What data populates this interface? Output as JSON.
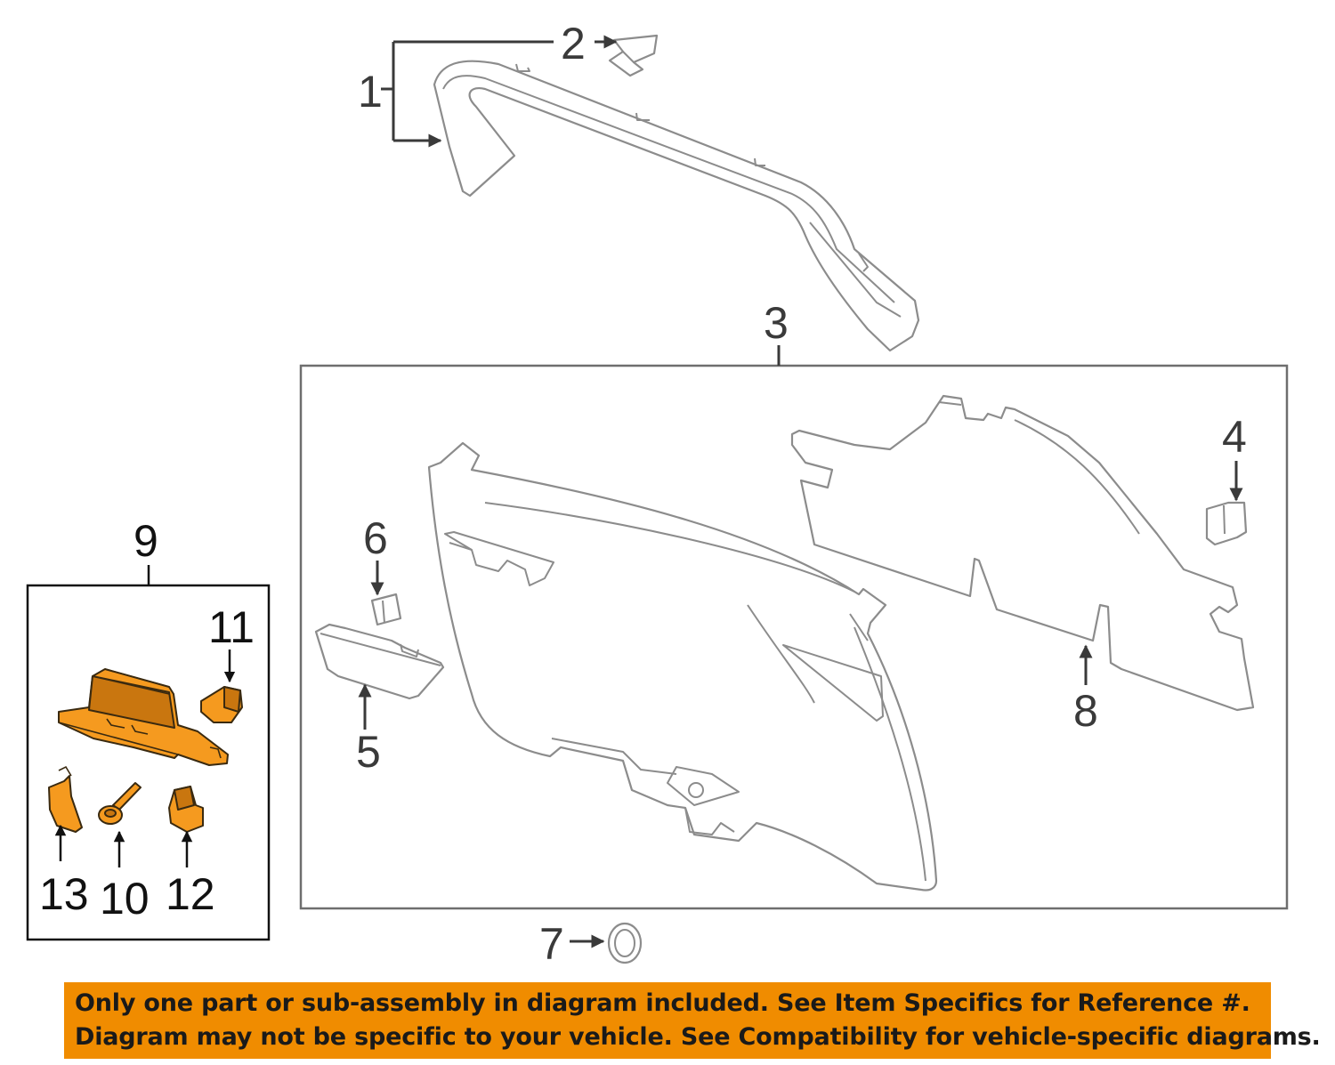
{
  "callouts": {
    "c1": "1",
    "c2": "2",
    "c3": "3",
    "c4": "4",
    "c5": "5",
    "c6": "6",
    "c7": "7",
    "c8": "8",
    "c9": "9",
    "c10": "10",
    "c11": "11",
    "c12": "12",
    "c13": "13"
  },
  "highlight_color": "#f59a1f",
  "banner": {
    "background": "#f08c00",
    "line1": "Only one part or sub-assembly in diagram included. See Item Specifics for Reference #.",
    "line2": "Diagram may not be specific to your vehicle. See Compatibility for vehicle-specific diagrams."
  }
}
